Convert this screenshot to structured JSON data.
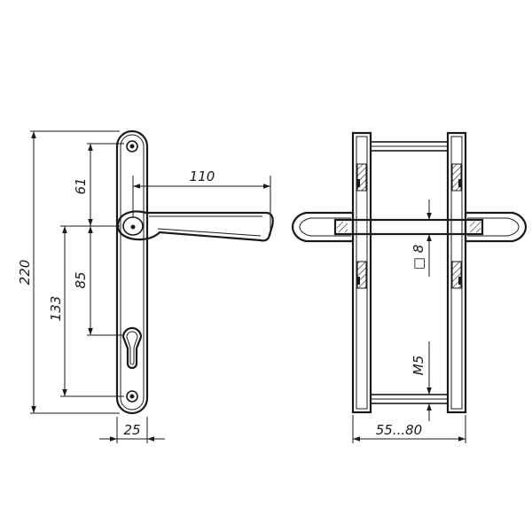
{
  "front_view": {
    "dim_total_height": "220",
    "dim_cylinder_center": "133",
    "dim_handle_to_cylinder": "85",
    "dim_top_to_handle": "61",
    "dim_lever_length": "110",
    "dim_plate_width": "25"
  },
  "section_view": {
    "dim_spindle_square": "□ 8",
    "dim_screw": "M5",
    "dim_door_thickness": "55...80"
  }
}
